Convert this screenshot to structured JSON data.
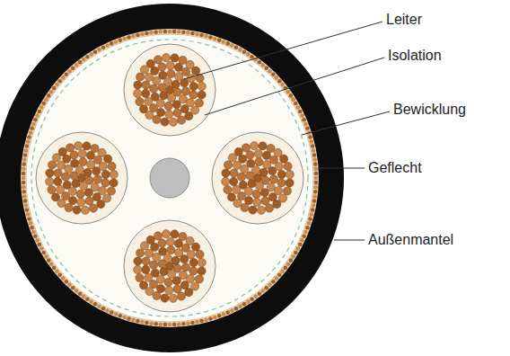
{
  "diagram": {
    "labels": [
      "Leiter",
      "Isolation",
      "Bewicklung",
      "Geflecht",
      "Außenmantel"
    ]
  }
}
